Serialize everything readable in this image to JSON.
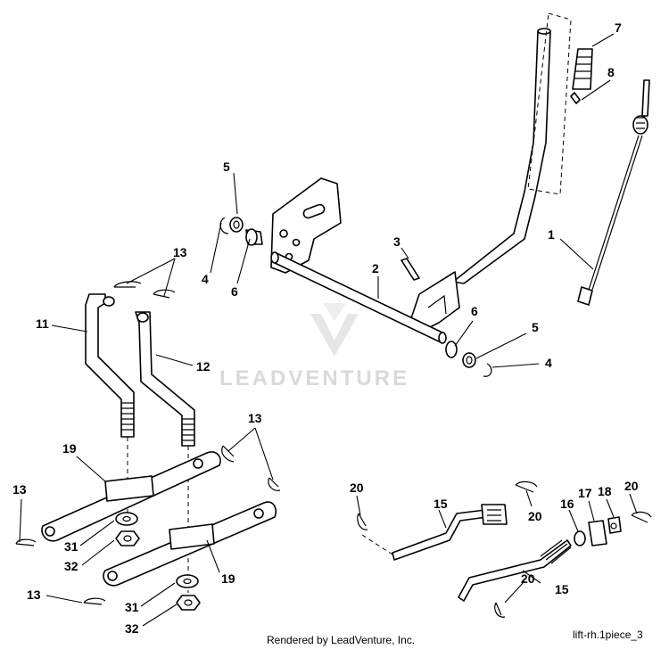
{
  "diagram": {
    "watermark": "LEADVENTURE",
    "footer_left": "Rendered by LeadVenture, Inc.",
    "footer_right": "lift-rh.1piece_3",
    "callouts": {
      "c1": "1",
      "c2": "2",
      "c3": "3",
      "c4a": "4",
      "c4b": "4",
      "c5a": "5",
      "c5b": "5",
      "c6a": "6",
      "c6b": "6",
      "c7": "7",
      "c8": "8",
      "c11": "11",
      "c12": "12",
      "c13a": "13",
      "c13b": "13",
      "c13c": "13",
      "c13d": "13",
      "c15a": "15",
      "c15b": "15",
      "c16": "16",
      "c17": "17",
      "c18": "18",
      "c19a": "19",
      "c19b": "19",
      "c20a": "20",
      "c20b": "20",
      "c20c": "20",
      "c20d": "20",
      "c31a": "31",
      "c31b": "31",
      "c32a": "32",
      "c32b": "32"
    }
  }
}
